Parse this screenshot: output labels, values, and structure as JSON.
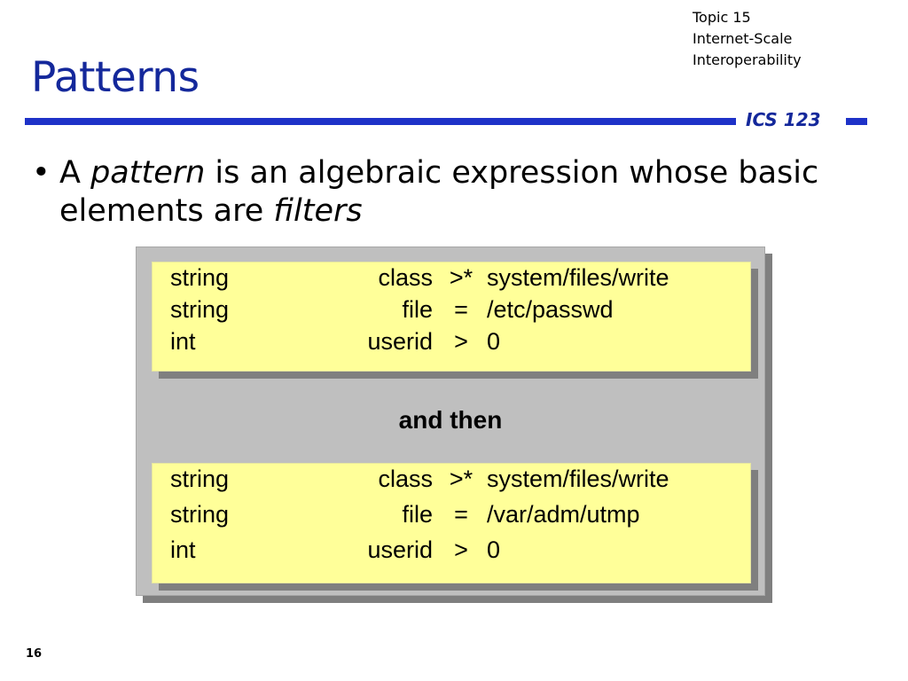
{
  "header": {
    "topic_lines": [
      "Topic 15",
      "Internet-Scale",
      "Interoperability"
    ],
    "title": "Patterns",
    "course": "ICS 123"
  },
  "bullet": {
    "symbol": "•",
    "line1_pre": "A ",
    "line1_em": "pattern",
    "line1_post": " is an algebraic expression whose basic",
    "line2_pre": "elements are ",
    "line2_em": "filters"
  },
  "filters": [
    {
      "rows": [
        {
          "type": "string",
          "name": "class",
          "op": ">*",
          "value": "system/files/write"
        },
        {
          "type": "string",
          "name": "file",
          "op": "=",
          "value": "/etc/passwd"
        },
        {
          "type": "int",
          "name": "userid",
          "op": ">",
          "value": "0"
        }
      ]
    },
    {
      "rows": [
        {
          "type": "string",
          "name": "class",
          "op": ">*",
          "value": "system/files/write"
        },
        {
          "type": "string",
          "name": "file",
          "op": "=",
          "value": "/var/adm/utmp"
        },
        {
          "type": "int",
          "name": "userid",
          "op": ">",
          "value": "0"
        }
      ]
    }
  ],
  "connector": "and then",
  "footer": {
    "page_number": "16"
  },
  "colors": {
    "title": "#14289b",
    "rule": "#1e32c8",
    "panel": "#bfbfbf",
    "filter_box": "#ffff99"
  }
}
